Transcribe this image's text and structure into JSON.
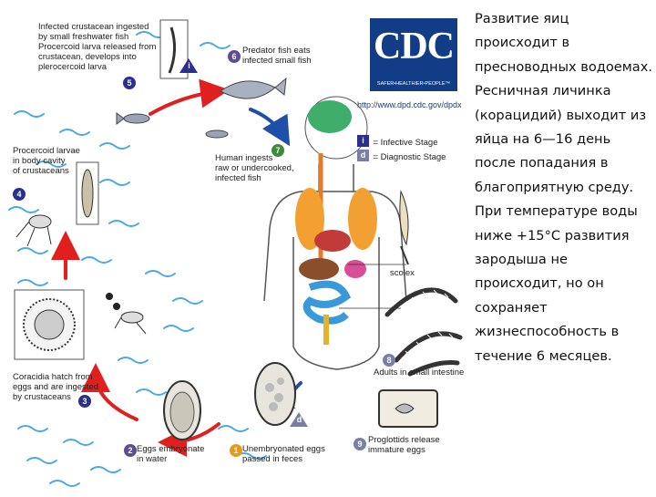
{
  "diagram": {
    "labels": {
      "step5": "Infected crustacean ingested\nby small freshwater fish\nProcercoid larva released from\ncrustacean, develops into\nplerocercoid larva",
      "step6": "Predator fish eats\ninfected small fish",
      "step7": "Human ingests\nraw or undercooked,\ninfected fish",
      "step4": "Procercoid larvae\nin body cavity\nof crustaceans",
      "step3": "Coracidia hatch from\neggs and are ingested\nby crustaceans",
      "step2": "Eggs embryonate\nin water",
      "step1": "Unembryonated eggs\npassed in feces",
      "step8": "Adults in small intestine",
      "step9": "Proglottids release\nimmature eggs",
      "scolex": "scolex"
    },
    "step_numbers": [
      "1",
      "2",
      "3",
      "4",
      "5",
      "6",
      "7",
      "8",
      "9"
    ],
    "legend": {
      "infective_symbol": "i",
      "infective_label": "= Infective Stage",
      "diagnostic_symbol": "d",
      "diagnostic_label": "= Diagnostic Stage"
    },
    "cdc": {
      "logo_text": "CDC",
      "tagline": "SAFER•HEALTHIER•PEOPLE™",
      "url": "http://www.dpd.cdc.gov/dpdx"
    },
    "colors": {
      "arrow_red": "#e21f1f",
      "arrow_blue": "#1f4fa8",
      "water": "#4aa9e0",
      "cdc_blue": "#123d86"
    }
  },
  "text": {
    "paragraph": "Развитие яиц происходит в пресноводных водоемах. Ресничная личинка (корацидий) выходит из яйца на 6—16 день после попадания в благоприятную среду. При температуре воды ниже +15°С развития зародыша не происходит, но он сохраняет жизнеспособность в течение 6 месяцев."
  }
}
